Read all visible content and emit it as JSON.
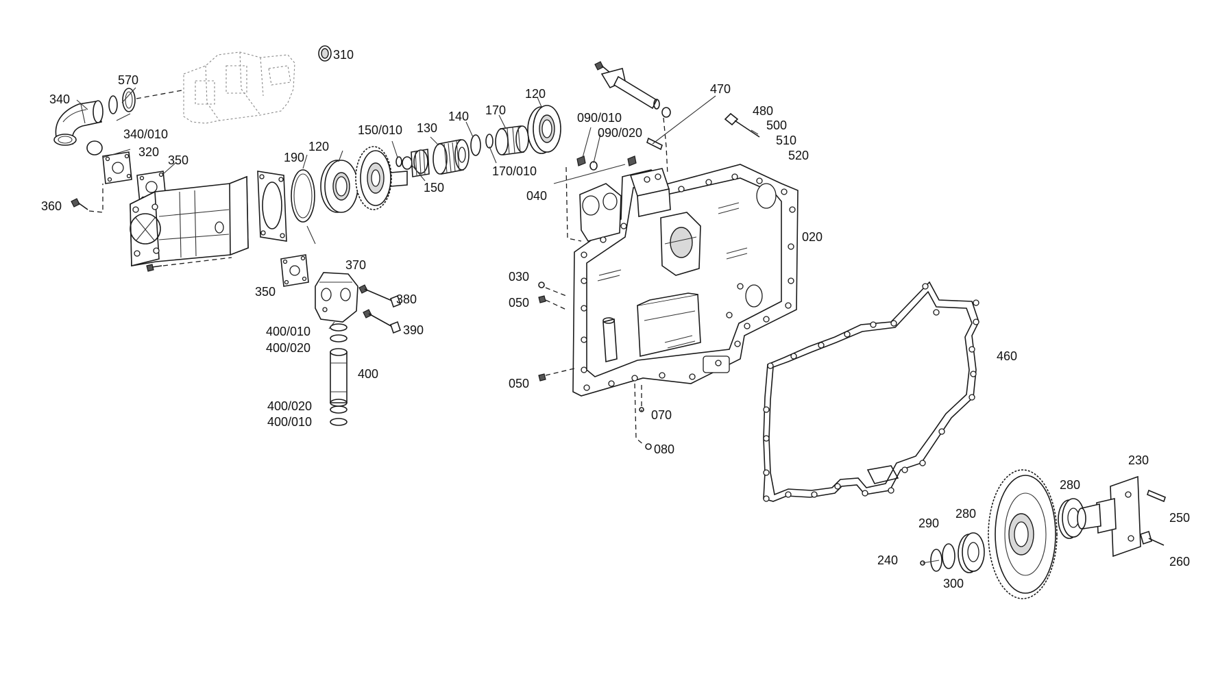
{
  "labels": {
    "l310": "310",
    "l570": "570",
    "l340": "340",
    "l340_010": "340/010",
    "l320": "320",
    "l350a": "350",
    "l360": "360",
    "l190": "190",
    "l120a": "120",
    "l150_010": "150/010",
    "l130": "130",
    "l140": "140",
    "l170": "170",
    "l120b": "120",
    "l150": "150",
    "l170_010": "170/010",
    "l090_010": "090/010",
    "l090_020": "090/020",
    "l040": "040",
    "l470": "470",
    "l480": "480",
    "l500": "500",
    "l510": "510",
    "l520": "520",
    "l020": "020",
    "l370": "370",
    "l350b": "350",
    "l380": "380",
    "l390": "390",
    "l400_010a": "400/010",
    "l400_020a": "400/020",
    "l400": "400",
    "l400_020b": "400/020",
    "l400_010b": "400/010",
    "l030": "030",
    "l050a": "050",
    "l050b": "050",
    "l070": "070",
    "l080": "080",
    "l460": "460",
    "l230": "230",
    "l280a": "280",
    "l290": "290",
    "l280b": "280",
    "l250": "250",
    "l240": "240",
    "l260": "260",
    "l300": "300"
  }
}
